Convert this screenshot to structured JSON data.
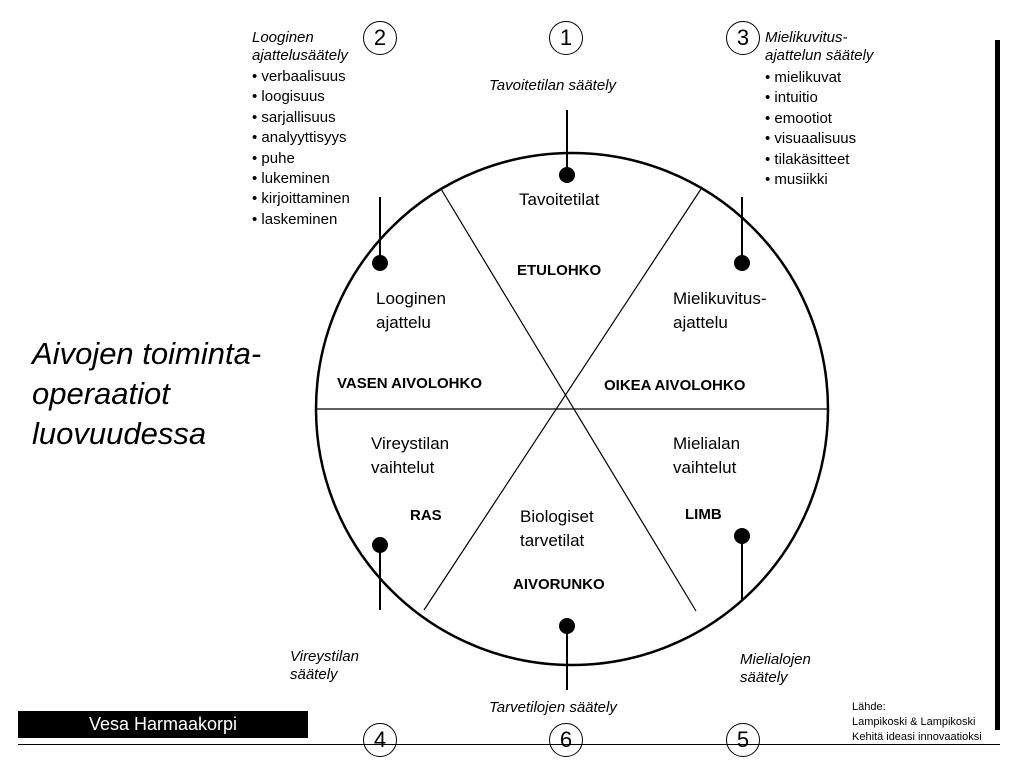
{
  "title_lines": [
    "Aivojen toiminta-",
    "operaatiot",
    "luovuudessa"
  ],
  "author": "Vesa Harmaakorpi",
  "source_lines": [
    "Lähde:",
    "Lampikoski & Lampikoski",
    "Kehitä ideasi innovaatioksi"
  ],
  "numbers": [
    "1",
    "2",
    "3",
    "4",
    "5",
    "6"
  ],
  "regulation_labels": {
    "r1": "Tavoitetilan säätely",
    "r2_lines": [
      "Looginen",
      "ajattelusäätely"
    ],
    "r3_lines": [
      "Mielikuvitus-",
      "ajattelun säätely"
    ],
    "r4_lines": [
      "Vireystilan",
      "säätely"
    ],
    "r5_lines": [
      "Mielialojen",
      "säätely"
    ],
    "r6": "Tarvetilojen säätely"
  },
  "logical_list": [
    "verbaalisuus",
    "loogisuus",
    "sarjallisuus",
    "analyyttisyys",
    "puhe",
    "lukeminen",
    "kirjoittaminen",
    "laskeminen"
  ],
  "imagination_list": [
    "mielikuvat",
    "intuitio",
    "emootiot",
    "visuaalisuus",
    "tilakäsitteet",
    "musiikki"
  ],
  "sectors": {
    "top": {
      "label": "Tavoitetilat",
      "region": "ETULOHKO"
    },
    "upper_left": {
      "lines": [
        "Looginen",
        "ajattelu"
      ]
    },
    "upper_right": {
      "lines": [
        "Mielikuvitus-",
        "ajattelu"
      ]
    },
    "left_region": "VASEN AIVOLOHKO",
    "right_region": "OIKEA AIVOLOHKO",
    "lower_left": {
      "lines": [
        "Vireystilan",
        "vaihtelut"
      ],
      "region": "RAS"
    },
    "lower_right": {
      "lines": [
        "Mielialan",
        "vaihtelut"
      ],
      "region": "LIMB"
    },
    "bottom": {
      "lines": [
        "Biologiset",
        "tarvetilat"
      ],
      "region": "AIVORUNKO"
    }
  }
}
